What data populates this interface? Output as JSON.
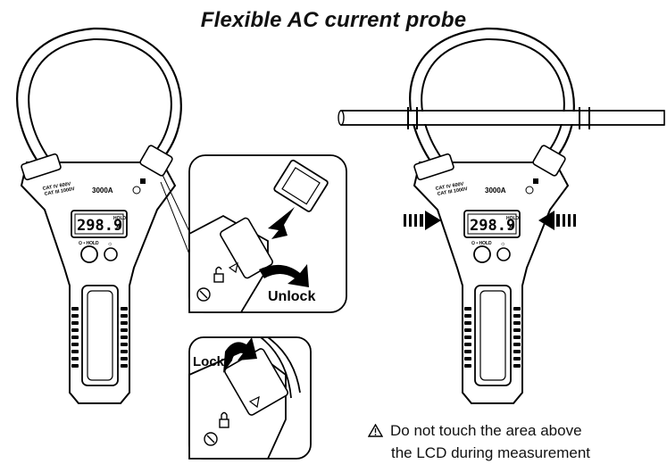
{
  "title": "Flexible AC current probe",
  "device": {
    "lcd_reading": "298.9",
    "lcd_hold": "HOLD",
    "lcd_unit": "A",
    "model": "3000A",
    "hold_button_label": "⏻ • HOLD",
    "rating_text": "CAT IV 600V\nCAT III 1000V"
  },
  "callouts": {
    "unlock_label": "Unlock",
    "lock_label": "Lock"
  },
  "warning": {
    "icon": "warning-triangle-icon",
    "line1": "Do not touch the area above",
    "line2": "the LCD during measurement"
  }
}
